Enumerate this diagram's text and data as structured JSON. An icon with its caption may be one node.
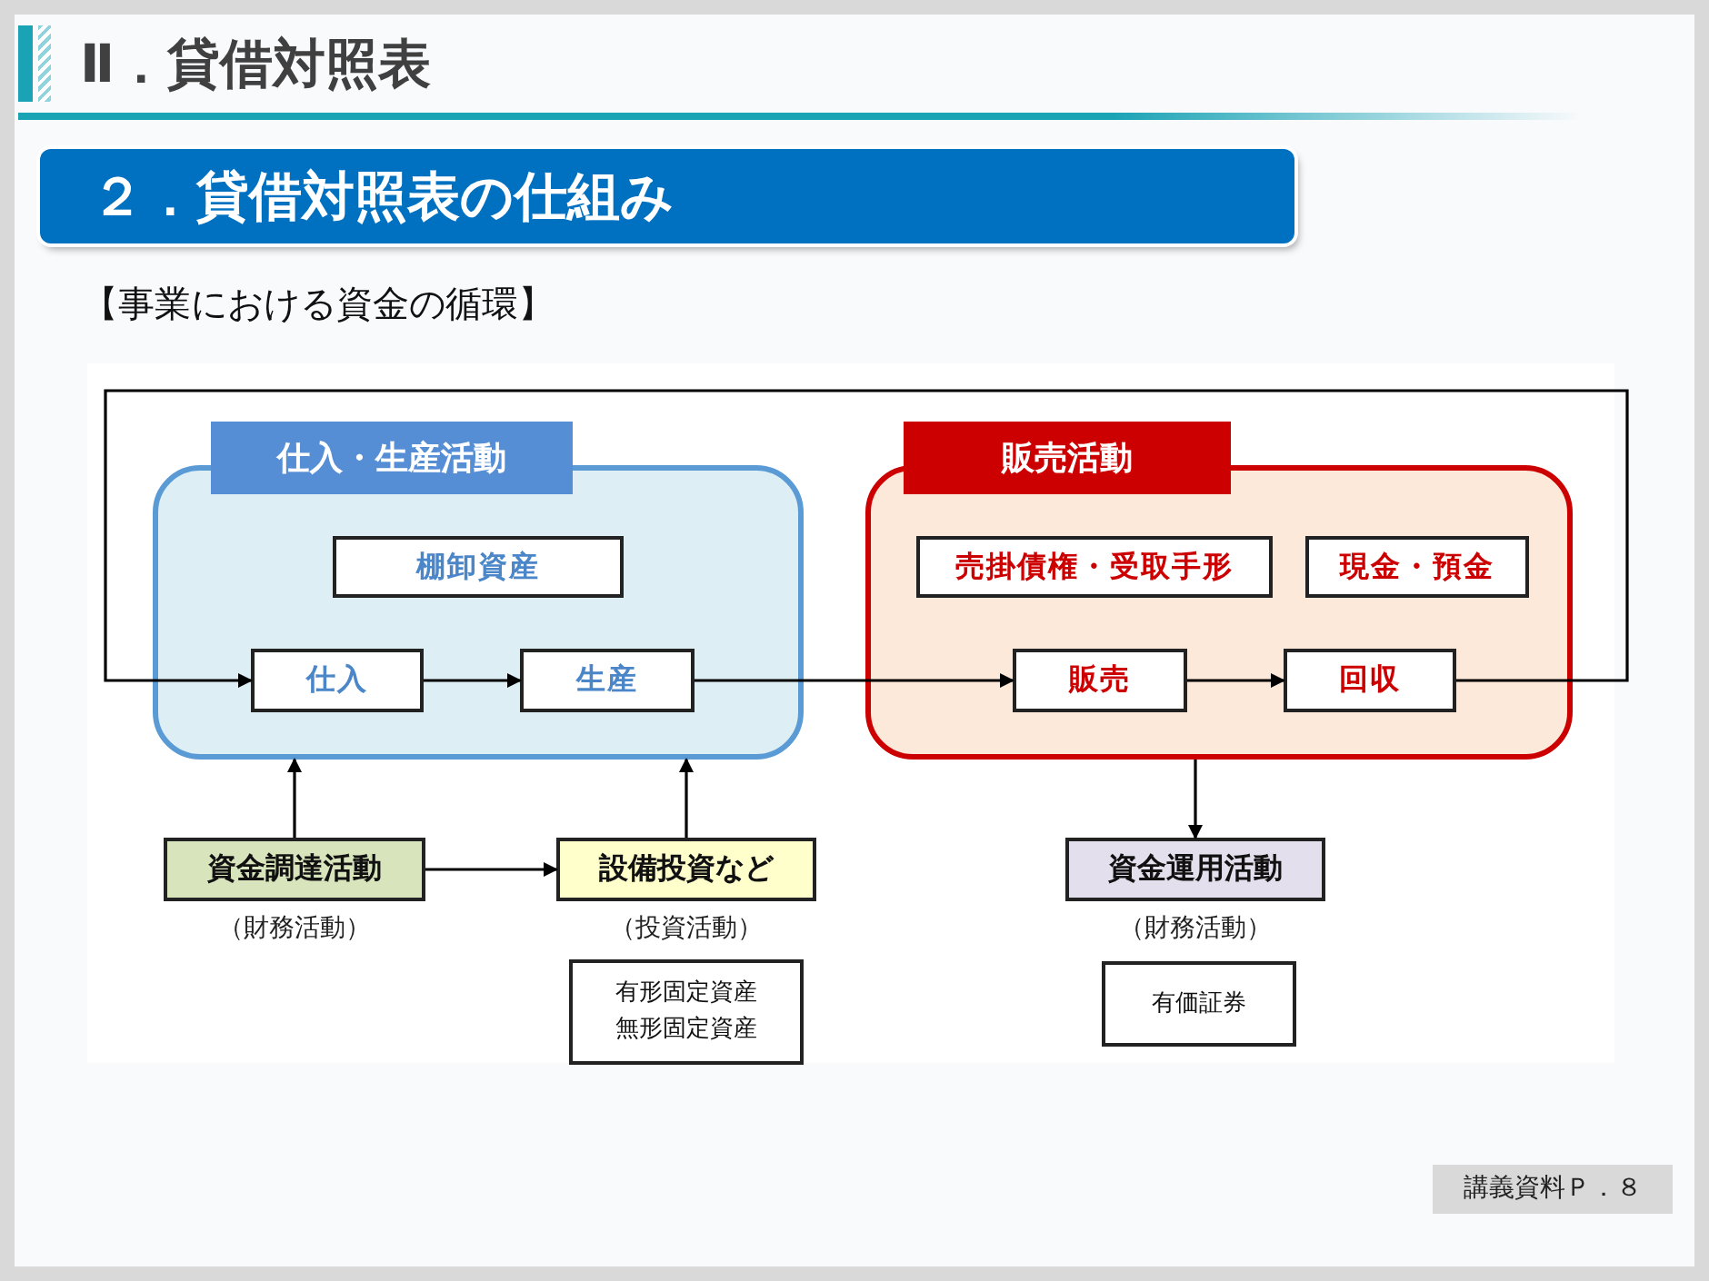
{
  "diagram": {
    "title": "Ⅱ．貸借対照表",
    "nodes": [
      {
        "text": [
          "仕入・生産活動"
        ]
      },
      {
        "text": [
          "棚卸資産"
        ],
        "in": 0
      },
      {
        "text": [
          "仕入"
        ],
        "in": 0
      },
      {
        "text": [
          "生産"
        ],
        "in": 0
      },
      {
        "text": [
          "販売活動"
        ]
      },
      {
        "text": [
          "売掛債権・受取手形"
        ],
        "in": 4
      },
      {
        "text": [
          "現金・預金"
        ],
        "in": 4
      },
      {
        "text": [
          "販売"
        ],
        "in": 4
      },
      {
        "text": [
          "回収"
        ],
        "in": 4
      },
      {
        "text": [
          "資金調達活動"
        ],
        "beside": [
          "（財務活動）"
        ]
      },
      {
        "text": [
          "設備投資など"
        ],
        "beside": [
          "（投資活動）"
        ]
      },
      {
        "text": [
          "有形固定資産無形固定資産"
        ]
      },
      {
        "text": [
          "資金運用活動"
        ],
        "beside": [
          "（財務活動）"
        ]
      },
      {
        "text": [
          "有価証券"
        ]
      }
    ],
    "edges": [
      {
        "from": 8,
        "to": 2,
        "arrow": "to"
      },
      {
        "from": 2,
        "to": 3,
        "arrow": "to"
      },
      {
        "from": 3,
        "to": 7,
        "arrow": "to"
      },
      {
        "from": 7,
        "to": 8,
        "arrow": "to"
      },
      {
        "from": 9,
        "to": 0,
        "arrow": "to"
      },
      {
        "from": 9,
        "to": 10,
        "arrow": "to"
      },
      {
        "from": 10,
        "to": 0,
        "arrow": "to"
      },
      {
        "from": 4,
        "to": 12,
        "arrow": "to"
      }
    ],
    "labels": [
      "２．貸借対照表の仕組み",
      "【事業における資金の循環】",
      "講義資料Ｐ．８"
    ]
  }
}
